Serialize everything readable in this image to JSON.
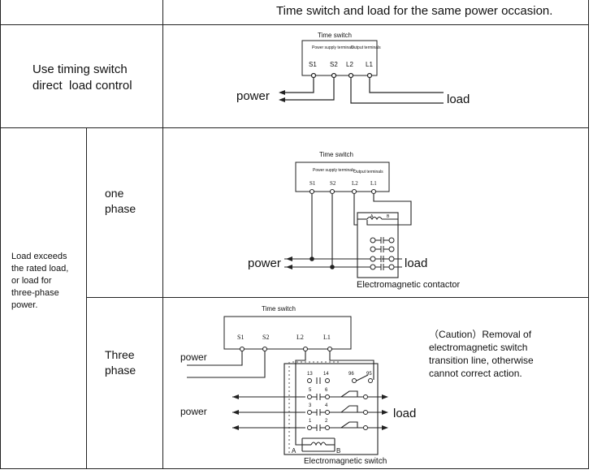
{
  "header": {
    "title": "Time switch and load for the same power occasion."
  },
  "row_direct": {
    "label_line1": "Use timing switch",
    "label_line2": "direct  load control",
    "diagram": {
      "box_title": "Time switch",
      "power_supply_terminals": "Power supply terminals",
      "output_terminals": "Output terminals",
      "t_s1": "S1",
      "t_s2": "S2",
      "t_l2": "L2",
      "t_l1": "L1",
      "power": "power",
      "load": "load"
    }
  },
  "row_exceeds": {
    "label": "Load exceeds the rated load, or load for three-phase power.",
    "label_lines": [
      "Load exceeds",
      "the rated load,",
      "or load for",
      "three-phase",
      "power."
    ]
  },
  "row_one_phase": {
    "label_line1": "one",
    "label_line2": "phase",
    "diagram": {
      "box_title": "Time switch",
      "power_supply_terminals": "Power supply terminals",
      "output_terminals": "Output terminals",
      "t_s1": "S1",
      "t_s2": "S2",
      "t_l2": "L2",
      "t_l1": "L1",
      "coil_a": "A",
      "coil_b": "B",
      "power": "power",
      "load": "load",
      "caption": "Electromagnetic contactor"
    }
  },
  "row_three_phase": {
    "label_line1": "Three",
    "label_line2": "phase",
    "diagram": {
      "box_title": "Time switch",
      "t_s1": "S1",
      "t_s2": "S2",
      "t_l2": "L2",
      "t_l1": "L1",
      "power_top": "power",
      "power_bottom": "power",
      "load": "load",
      "n13": "13",
      "n14": "14",
      "n96": "96",
      "n95": "95",
      "n5": "5",
      "n6": "6",
      "n3": "3",
      "n4": "4",
      "n1": "1",
      "n2": "2",
      "label_a": "A",
      "label_b": "B",
      "caption": "Electromagnetic  switch"
    },
    "caution_lines": [
      "（Caution）Removal of",
      "electromagnetic switch",
      "transition line, otherwise",
      "cannot correct action."
    ]
  }
}
